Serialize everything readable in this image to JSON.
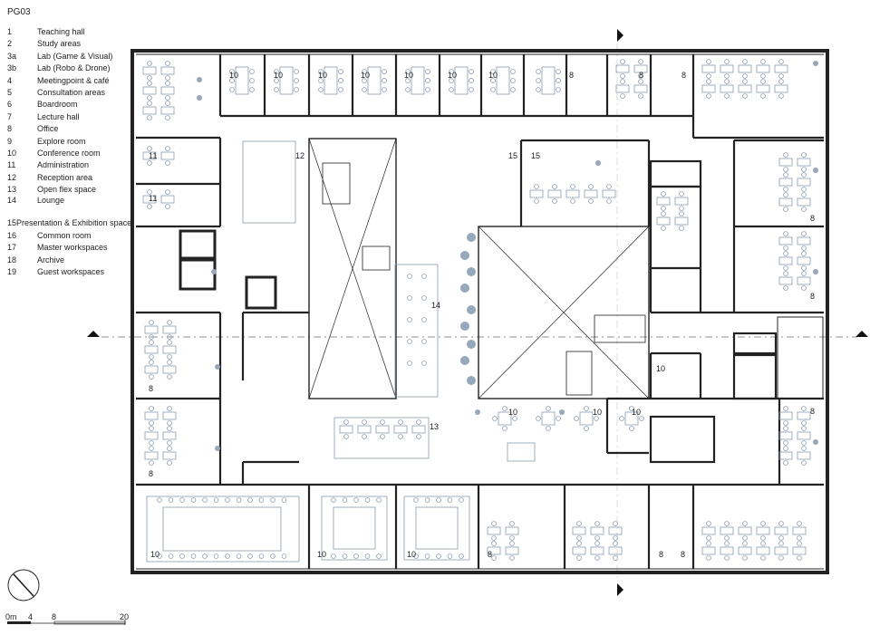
{
  "sheet": {
    "title": "PG03"
  },
  "legend": [
    {
      "num": "1",
      "label": "Teaching hall"
    },
    {
      "num": "2",
      "label": "Study areas"
    },
    {
      "num": "3a",
      "label": "Lab (Game & Visual)"
    },
    {
      "num": "3b",
      "label": "Lab (Robo & Drone)"
    },
    {
      "num": "4",
      "label": "Meetingpoint & café"
    },
    {
      "num": "5",
      "label": "Consultation areas"
    },
    {
      "num": "6",
      "label": "Boardroom"
    },
    {
      "num": "7",
      "label": "Lecture hall"
    },
    {
      "num": "8",
      "label": "Office"
    },
    {
      "num": "9",
      "label": "Explore room"
    },
    {
      "num": "10",
      "label": "Conference room"
    },
    {
      "num": "11",
      "label": "Administration"
    },
    {
      "num": "12",
      "label": "Reception area"
    },
    {
      "num": "13",
      "label": "Open flex space"
    },
    {
      "num": "14",
      "label": "Lounge"
    },
    {
      "num": "15",
      "label": "Presentation & Exhibition space"
    },
    {
      "num": "16",
      "label": "Common room"
    },
    {
      "num": "17",
      "label": "Master workspaces"
    },
    {
      "num": "18",
      "label": "Archive"
    },
    {
      "num": "19",
      "label": "Guest workspaces"
    }
  ],
  "room_numbers": {
    "top_row": [
      "10",
      "10",
      "10",
      "10",
      "10",
      "10",
      "10",
      "8",
      "8",
      "8"
    ],
    "left_admin": [
      "11",
      "11"
    ],
    "reception": "12",
    "presentation": [
      "15",
      "15"
    ],
    "lounge": "14",
    "flex": "13",
    "east_offices": [
      "8",
      "8",
      "8"
    ],
    "west_offices": [
      "8",
      "8"
    ],
    "center_conf": [
      "10",
      "10",
      "10"
    ],
    "conf_small": "10",
    "bottom_conf": [
      "10",
      "10",
      "10"
    ],
    "bottom_offices": [
      "8",
      "8",
      "8"
    ]
  },
  "scale_bar": {
    "labels": [
      "0m",
      "4",
      "8",
      "20"
    ]
  }
}
